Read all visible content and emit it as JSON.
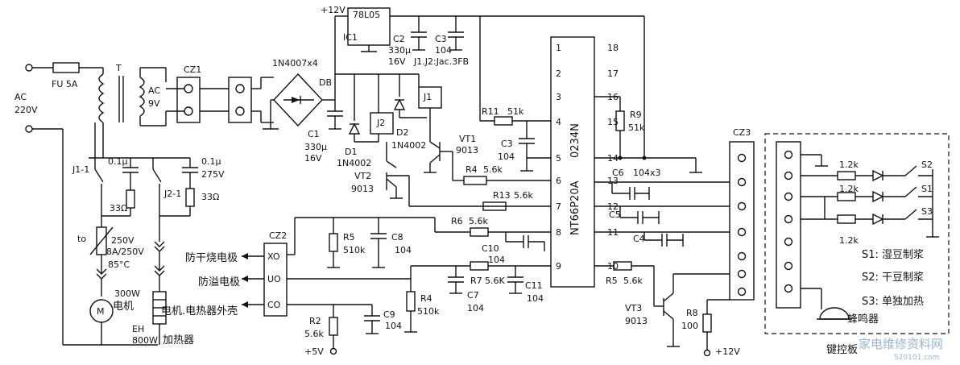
{
  "labels": {
    "ac": "AC",
    "ac_voltage": "220V",
    "fuse": "FU 5A",
    "transformer": "T",
    "sec_ac": "AC",
    "sec_volt": "9V",
    "cz1": "CZ1",
    "bridge": "1N4007x4",
    "db": "DB",
    "vreg": "78L05",
    "plus12_top": "+12V",
    "ic1": "IC1",
    "c2": "C2",
    "c2_val": "330μ",
    "c2_v": "16V",
    "c3a": "C3",
    "c3a_val": "104",
    "relay_type": "J1.J2:Jac.3FB",
    "j1": "J1",
    "j2": "J2",
    "c1": "C1",
    "c1_val": "330μ",
    "c1_v": "16V",
    "d1": "D1",
    "d1_type": "1N4002",
    "d2": "D2",
    "d2_type": "1N4002",
    "vt1": "VT1",
    "vt1_type": "9013",
    "vt2": "VT2",
    "vt2_type": "9013",
    "r11": "R11",
    "r11_val": "51k",
    "c3b": "C3",
    "c3b_val": "104",
    "r4a": "R4",
    "r4a_val": "5.6k",
    "r13": "R13",
    "r13_val": "5.6k",
    "r6": "R6",
    "r6_val": "5.6k",
    "c10": "C10",
    "c10_val": "104",
    "r7": "R7",
    "r7_val": "5.6K",
    "c7": "C7",
    "c7_val": "104",
    "c11": "C11",
    "c11_val": "104",
    "r5a": "R5",
    "r5a_val": "510k",
    "c8": "C8",
    "c8_val": "104",
    "r4b": "R4",
    "r4b_val": "510k",
    "r2": "R2",
    "r2_val": "5.6k",
    "plus5": "+5V",
    "c9": "C9",
    "c9_val": "104",
    "cz2": "CZ2",
    "xo": "XO",
    "uo": "UO",
    "co": "CO",
    "dry_burn": "防干烧电极",
    "anti_overflow": "防溢电极",
    "motor_casing": "电机.电热器外壳",
    "j1_1": "J1-1",
    "j2_1": "J2-1",
    "cs1": "0.1μ",
    "cs1_r": "33Ω",
    "cs2": "0.1μ",
    "cs2_v": "275V",
    "cs2_r": "33Ω",
    "thermal": "to",
    "th_v": "250V",
    "th_a": "8A/250V",
    "th_t": "85°C",
    "motor_w": "300W",
    "motor": "电机",
    "eh": "EH",
    "eh_w": "800W",
    "heater": "加热器",
    "ic_part": "NT66P20A",
    "ic_code": "0234N",
    "r9": "R9",
    "r9_val": "51k",
    "c6": "C6",
    "c6_val": "104x3",
    "c5": "C5",
    "c4": "C4",
    "r5b": "R5",
    "r5b_val": "5.6k",
    "vt3": "VT3",
    "vt3_type": "9013",
    "r8": "R8",
    "r8_val": "100",
    "plus12_bot": "+12V",
    "cz3": "CZ3",
    "r1a": "1.2k",
    "r1b": "1.2k",
    "r1c": "1.2k",
    "s1": "S1",
    "s2": "S2",
    "s3": "S3",
    "s1_desc": "S1: 湿豆制浆",
    "s2_desc": "S2: 干豆制浆",
    "s3_desc": "S3: 单独加热",
    "buzzer": "蜂鸣器",
    "keyboard": "键控板",
    "watermark": "家电维修资料网",
    "watermark_url": "520101.com"
  },
  "pins": {
    "p1": "1",
    "p2": "2",
    "p3": "3",
    "p4": "4",
    "p5": "5",
    "p6": "6",
    "p7": "7",
    "p8": "8",
    "p9": "9",
    "p10": "10",
    "p11": "11",
    "p12": "12",
    "p13": "13",
    "p14": "14",
    "p15": "15",
    "p16": "16",
    "p17": "17",
    "p18": "18"
  }
}
